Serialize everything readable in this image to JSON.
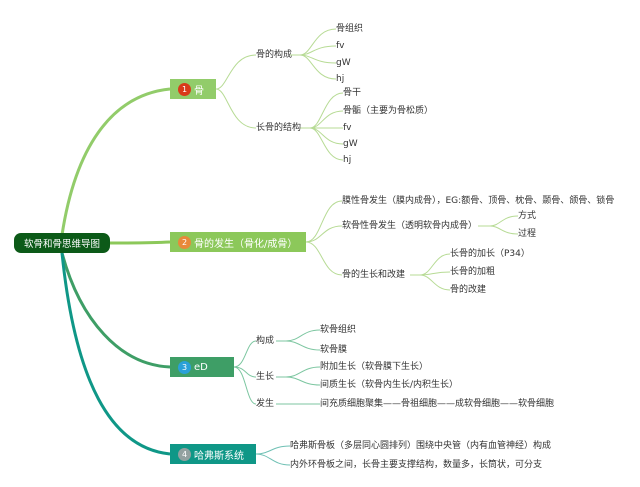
{
  "root": "软骨和骨思维导图",
  "branches": [
    {
      "num": "1",
      "title": "骨",
      "children": [
        {
          "label": "骨的构成",
          "items": [
            "骨组织",
            "fv",
            "gW",
            "hj"
          ]
        },
        {
          "label": "长骨的结构",
          "items": [
            "骨干",
            "骨骺（主要为骨松质）",
            "fv",
            "gW",
            "hj"
          ]
        }
      ]
    },
    {
      "num": "2",
      "title": "骨的发生（骨化/成骨）",
      "children": [
        {
          "label": "膜性骨发生（膜内成骨），EG:额骨、顶骨、枕骨、颞骨、颌骨、锁骨"
        },
        {
          "label": "软骨性骨发生（透明软骨内成骨）",
          "items": [
            "方式",
            "过程"
          ]
        },
        {
          "label": "骨的生长和改建",
          "items": [
            "长骨的加长（P34）",
            "长骨的加粗",
            "骨的改建"
          ]
        }
      ]
    },
    {
      "num": "3",
      "title": "eD",
      "children": [
        {
          "label": "构成",
          "items": [
            "软骨组织",
            "软骨膜"
          ]
        },
        {
          "label": "生长",
          "items": [
            "附加生长（软骨膜下生长）",
            "间质生长（软骨内生长/内积生长）"
          ]
        },
        {
          "label": "发生",
          "items": [
            "间充质细胞聚集——骨祖细胞——成软骨细胞——软骨细胞"
          ]
        }
      ]
    },
    {
      "num": "4",
      "title": "哈弗斯系统",
      "children": [
        {
          "label": "哈弗斯骨板（多层同心圆排列）围绕中央管（内有血管神经）构成"
        },
        {
          "label": "内外环骨板之间，长骨主要支撑结构，数量多，长筒状，可分支"
        }
      ]
    }
  ],
  "colors": {
    "root": "#0c5a18",
    "branch1": "#92cc6a",
    "branch2": "#8cc85a",
    "branch3": "#3e9e66",
    "branch4": "#0f9787",
    "badge1": "#d93b1a",
    "badge2": "#e8893a",
    "badge3": "#2aa0d8",
    "badge4": "#93a1a0"
  }
}
